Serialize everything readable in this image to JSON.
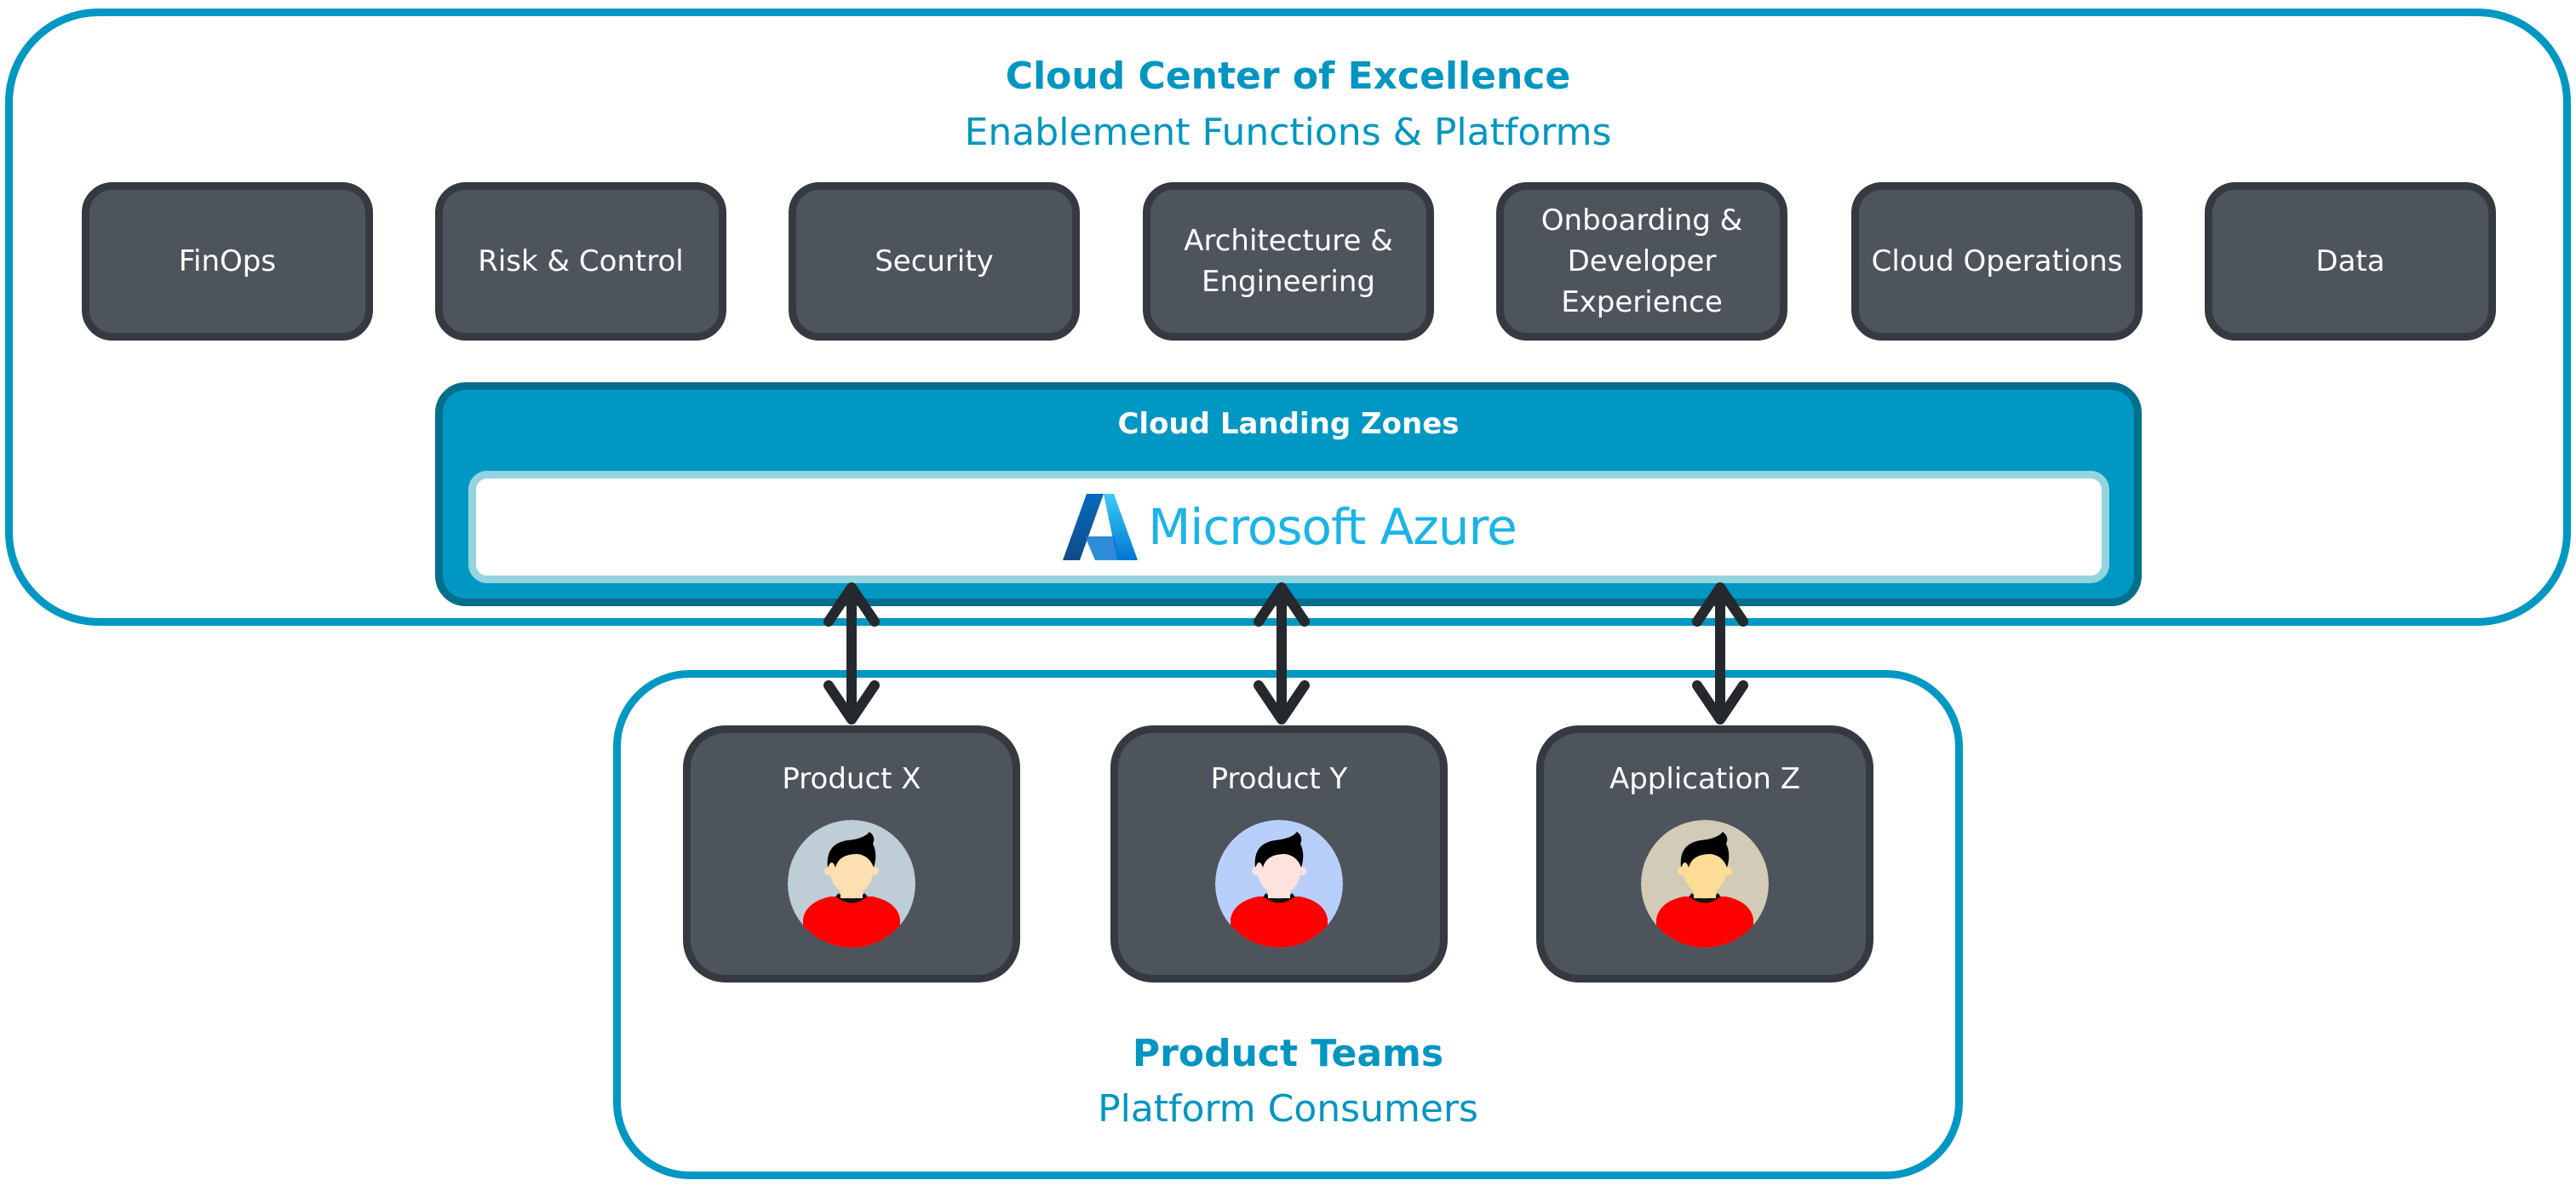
{
  "coe": {
    "title": "Cloud Center of Excellence",
    "subtitle": "Enablement Functions & Platforms",
    "functions": [
      {
        "label": "FinOps"
      },
      {
        "label": "Risk & Control"
      },
      {
        "label": "Security"
      },
      {
        "label": "Architecture & Engineering"
      },
      {
        "label": "Onboarding & Developer Experience"
      },
      {
        "label": "Cloud Operations"
      },
      {
        "label": "Data"
      }
    ]
  },
  "landing_zones": {
    "title": "Cloud Landing Zones",
    "platform_logo": "azure-logo",
    "platform_name": "Microsoft Azure"
  },
  "connections": [
    {
      "from": "Cloud Landing Zones",
      "to": "Product X",
      "type": "bidirectional"
    },
    {
      "from": "Cloud Landing Zones",
      "to": "Product Y",
      "type": "bidirectional"
    },
    {
      "from": "Cloud Landing Zones",
      "to": "Application Z",
      "type": "bidirectional"
    }
  ],
  "product_teams": {
    "title": "Product Teams",
    "subtitle": "Platform Consumers",
    "teams": [
      {
        "label": "Product X",
        "icon": "person-avatar",
        "avatar_bg": "#bfcdd6",
        "skin": "#fddfb1"
      },
      {
        "label": "Product Y",
        "icon": "person-avatar",
        "avatar_bg": "#b9cffb",
        "skin": "#fde3dc"
      },
      {
        "label": "Application Z",
        "icon": "person-avatar",
        "avatar_bg": "#d2cbb7",
        "skin": "#fddc96"
      }
    ]
  },
  "colors": {
    "accent": "#0098c3",
    "box": "#4e545c",
    "box_border": "#353a41",
    "shirt": "#ff0000"
  }
}
